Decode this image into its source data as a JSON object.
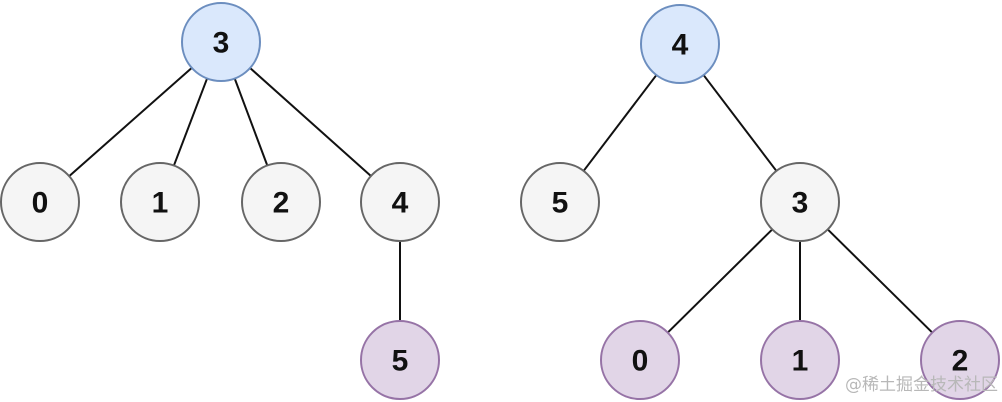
{
  "colors": {
    "root_fill": "#dae8fc",
    "root_stroke": "#6c8ebf",
    "default_fill": "#f5f5f5",
    "default_stroke": "#666666",
    "child_fill": "#e1d5e7",
    "child_stroke": "#9673a6",
    "edge": "#111111"
  },
  "trees": [
    {
      "name": "left-tree",
      "nodes": [
        {
          "id": "L3",
          "label": "3",
          "style": "root"
        },
        {
          "id": "L0",
          "label": "0",
          "style": "default"
        },
        {
          "id": "L1",
          "label": "1",
          "style": "default"
        },
        {
          "id": "L2",
          "label": "2",
          "style": "default"
        },
        {
          "id": "L4",
          "label": "4",
          "style": "default"
        },
        {
          "id": "L5",
          "label": "5",
          "style": "child"
        }
      ],
      "edges": [
        [
          "L3",
          "L0"
        ],
        [
          "L3",
          "L1"
        ],
        [
          "L3",
          "L2"
        ],
        [
          "L3",
          "L4"
        ],
        [
          "L4",
          "L5"
        ]
      ]
    },
    {
      "name": "right-tree",
      "nodes": [
        {
          "id": "R4",
          "label": "4",
          "style": "root"
        },
        {
          "id": "R5",
          "label": "5",
          "style": "default"
        },
        {
          "id": "R3",
          "label": "3",
          "style": "default"
        },
        {
          "id": "R0",
          "label": "0",
          "style": "child"
        },
        {
          "id": "R1",
          "label": "1",
          "style": "child"
        },
        {
          "id": "R2",
          "label": "2",
          "style": "child"
        }
      ],
      "edges": [
        [
          "R4",
          "R5"
        ],
        [
          "R4",
          "R3"
        ],
        [
          "R3",
          "R0"
        ],
        [
          "R3",
          "R1"
        ],
        [
          "R3",
          "R2"
        ]
      ]
    }
  ],
  "watermark": "@稀土掘金技术社区"
}
